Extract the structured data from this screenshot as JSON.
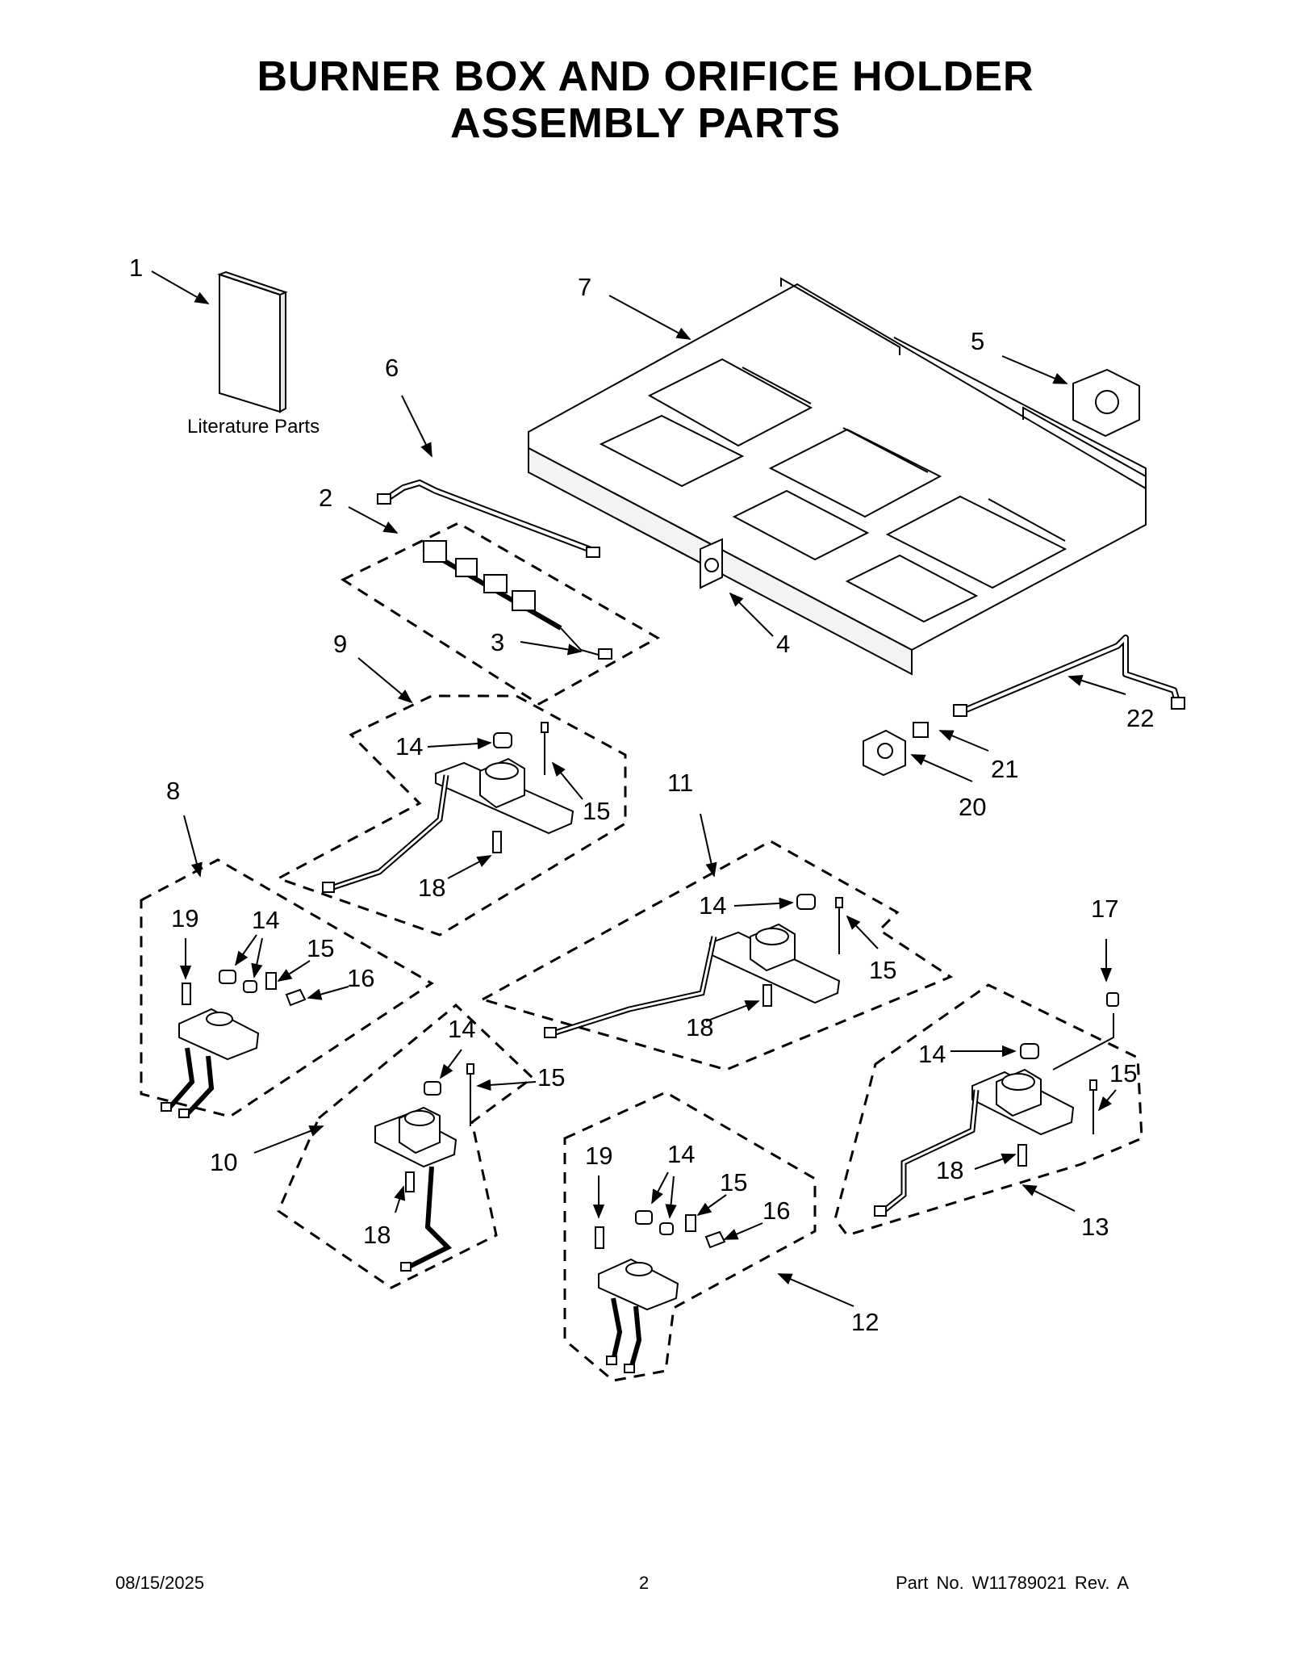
{
  "header": {
    "title_line1": "BURNER BOX AND ORIFICE HOLDER",
    "title_line2": "ASSEMBLY PARTS"
  },
  "diagram": {
    "literature_label": "Literature Parts",
    "callouts": {
      "c1": "1",
      "c2": "2",
      "c3": "3",
      "c4": "4",
      "c5": "5",
      "c6": "6",
      "c7": "7",
      "c8": "8",
      "c9": "9",
      "c10": "10",
      "c11": "11",
      "c12": "12",
      "c13": "13",
      "c14a": "14",
      "c14b": "14",
      "c14c": "14",
      "c14d": "14",
      "c14e": "14",
      "c14f": "14",
      "c15a": "15",
      "c15b": "15",
      "c15c": "15",
      "c15d": "15",
      "c15e": "15",
      "c15f": "15",
      "c16a": "16",
      "c16b": "16",
      "c17": "17",
      "c18a": "18",
      "c18b": "18",
      "c18c": "18",
      "c18d": "18",
      "c19a": "19",
      "c19b": "19",
      "c20": "20",
      "c21": "21",
      "c22": "22"
    }
  },
  "footer": {
    "date": "08/15/2025",
    "page": "2",
    "part": "Part No.  W11789021  Rev.  A"
  }
}
